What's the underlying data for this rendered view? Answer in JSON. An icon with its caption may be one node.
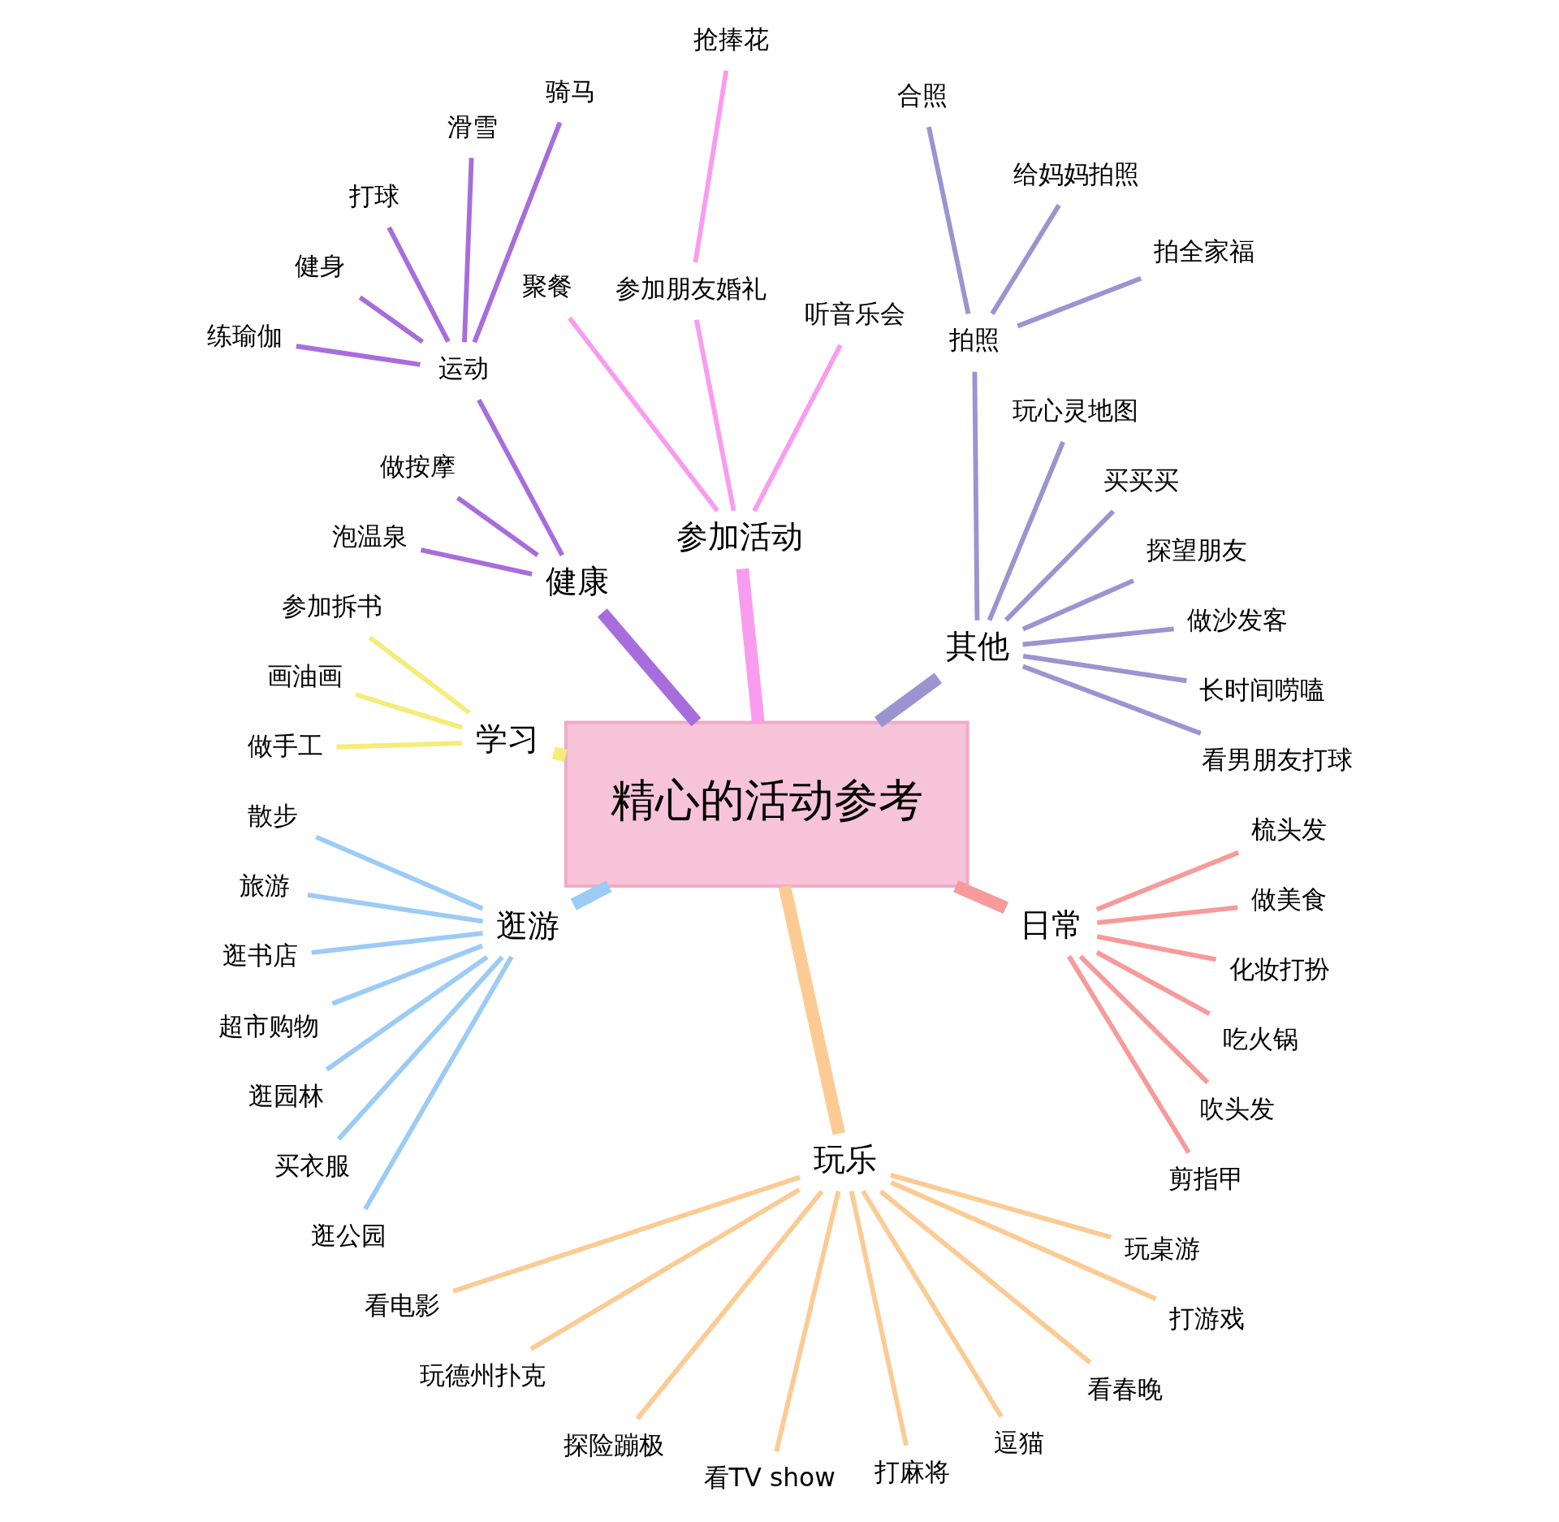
{
  "diagram": {
    "nodes": [
      {
        "text": [
          "精心的活动参考"
        ]
      },
      {
        "text": [
          "其他"
        ]
      },
      {
        "text": [
          "看男朋友打球"
        ]
      },
      {
        "text": [
          "长时间唠嗑"
        ]
      },
      {
        "text": [
          "做沙发客"
        ]
      },
      {
        "text": [
          "探望朋友"
        ]
      },
      {
        "text": [
          "买买买"
        ]
      },
      {
        "text": [
          "玩心灵地图"
        ]
      },
      {
        "text": [
          "拍照"
        ]
      },
      {
        "text": [
          "拍全家福"
        ]
      },
      {
        "text": [
          "给妈妈拍照"
        ]
      },
      {
        "text": [
          "合照"
        ]
      },
      {
        "text": [
          "参加活动"
        ]
      },
      {
        "text": [
          "听音乐会"
        ]
      },
      {
        "text": [
          "参加朋友婚礼"
        ]
      },
      {
        "text": [
          "抢捧花"
        ]
      },
      {
        "text": [
          "聚餐"
        ]
      },
      {
        "text": [
          "健康"
        ]
      },
      {
        "text": [
          "运动"
        ]
      },
      {
        "text": [
          "骑马"
        ]
      },
      {
        "text": [
          "滑雪"
        ]
      },
      {
        "text": [
          "打球"
        ]
      },
      {
        "text": [
          "健身"
        ]
      },
      {
        "text": [
          "练瑜伽"
        ]
      },
      {
        "text": [
          "做按摩"
        ]
      },
      {
        "text": [
          "泡温泉"
        ]
      },
      {
        "text": [
          "学习"
        ]
      },
      {
        "text": [
          "参加拆书"
        ]
      },
      {
        "text": [
          "画油画"
        ]
      },
      {
        "text": [
          "做手工"
        ]
      },
      {
        "text": [
          "逛游"
        ]
      },
      {
        "text": [
          "散步"
        ]
      },
      {
        "text": [
          "旅游"
        ]
      },
      {
        "text": [
          "逛书店"
        ]
      },
      {
        "text": [
          "超市购物"
        ]
      },
      {
        "text": [
          "逛园林"
        ]
      },
      {
        "text": [
          "买衣服"
        ]
      },
      {
        "text": [
          "逛公园"
        ]
      },
      {
        "text": [
          "玩乐"
        ]
      },
      {
        "text": [
          "看电影"
        ]
      },
      {
        "text": [
          "玩德州扑克"
        ]
      },
      {
        "text": [
          "探险蹦极"
        ]
      },
      {
        "text": [
          "看TV show"
        ]
      },
      {
        "text": [
          "打麻将"
        ]
      },
      {
        "text": [
          "逗猫"
        ]
      },
      {
        "text": [
          "看春晚"
        ]
      },
      {
        "text": [
          "打游戏"
        ]
      },
      {
        "text": [
          "玩桌游"
        ]
      },
      {
        "text": [
          "日常"
        ]
      },
      {
        "text": [
          "剪指甲"
        ]
      },
      {
        "text": [
          "吹头发"
        ]
      },
      {
        "text": [
          "吃火锅"
        ]
      },
      {
        "text": [
          "化妆打扮"
        ]
      },
      {
        "text": [
          "做美食"
        ]
      },
      {
        "text": [
          "梳头发"
        ]
      }
    ],
    "edges": [
      {
        "from": 0,
        "to": 1,
        "arrow": "none",
        "style": "thick",
        "color": "#9a94d0"
      },
      {
        "from": 1,
        "to": 2,
        "arrow": "none",
        "color": "#9a94d0"
      },
      {
        "from": 1,
        "to": 3,
        "arrow": "none",
        "color": "#9a94d0"
      },
      {
        "from": 1,
        "to": 4,
        "arrow": "none",
        "color": "#9a94d0"
      },
      {
        "from": 1,
        "to": 5,
        "arrow": "none",
        "color": "#9a94d0"
      },
      {
        "from": 1,
        "to": 6,
        "arrow": "none",
        "color": "#9a94d0"
      },
      {
        "from": 1,
        "to": 7,
        "arrow": "none",
        "color": "#9a94d0"
      },
      {
        "from": 1,
        "to": 8,
        "arrow": "none",
        "color": "#9a94d0"
      },
      {
        "from": 8,
        "to": 9,
        "arrow": "none",
        "color": "#9a94d0"
      },
      {
        "from": 8,
        "to": 10,
        "arrow": "none",
        "color": "#9a94d0"
      },
      {
        "from": 8,
        "to": 11,
        "arrow": "none",
        "color": "#9a94d0"
      },
      {
        "from": 0,
        "to": 12,
        "arrow": "none",
        "style": "thick",
        "color": "#f99cf0"
      },
      {
        "from": 12,
        "to": 13,
        "arrow": "none",
        "color": "#f99cf0"
      },
      {
        "from": 12,
        "to": 14,
        "arrow": "none",
        "color": "#f99cf0"
      },
      {
        "from": 14,
        "to": 15,
        "arrow": "none",
        "color": "#f99cf0"
      },
      {
        "from": 12,
        "to": 16,
        "arrow": "none",
        "color": "#f99cf0"
      },
      {
        "from": 0,
        "to": 17,
        "arrow": "none",
        "style": "thick",
        "color": "#a86ddc"
      },
      {
        "from": 17,
        "to": 18,
        "arrow": "none",
        "color": "#a86ddc"
      },
      {
        "from": 18,
        "to": 19,
        "arrow": "none",
        "color": "#a86ddc"
      },
      {
        "from": 18,
        "to": 20,
        "arrow": "none",
        "color": "#a86ddc"
      },
      {
        "from": 18,
        "to": 21,
        "arrow": "none",
        "color": "#a86ddc"
      },
      {
        "from": 18,
        "to": 22,
        "arrow": "none",
        "color": "#a86ddc"
      },
      {
        "from": 18,
        "to": 23,
        "arrow": "none",
        "color": "#a86ddc"
      },
      {
        "from": 17,
        "to": 24,
        "arrow": "none",
        "color": "#a86ddc"
      },
      {
        "from": 17,
        "to": 25,
        "arrow": "none",
        "color": "#a86ddc"
      },
      {
        "from": 0,
        "to": 26,
        "arrow": "none",
        "style": "thick",
        "color": "#f5ec7a"
      },
      {
        "from": 26,
        "to": 27,
        "arrow": "none",
        "color": "#f5ec7a"
      },
      {
        "from": 26,
        "to": 28,
        "arrow": "none",
        "color": "#f5ec7a"
      },
      {
        "from": 26,
        "to": 29,
        "arrow": "none",
        "color": "#f5ec7a"
      },
      {
        "from": 0,
        "to": 30,
        "arrow": "none",
        "style": "thick",
        "color": "#9ccbf5"
      },
      {
        "from": 30,
        "to": 31,
        "arrow": "none",
        "color": "#9ccbf5"
      },
      {
        "from": 30,
        "to": 32,
        "arrow": "none",
        "color": "#9ccbf5"
      },
      {
        "from": 30,
        "to": 33,
        "arrow": "none",
        "color": "#9ccbf5"
      },
      {
        "from": 30,
        "to": 34,
        "arrow": "none",
        "color": "#9ccbf5"
      },
      {
        "from": 30,
        "to": 35,
        "arrow": "none",
        "color": "#9ccbf5"
      },
      {
        "from": 30,
        "to": 36,
        "arrow": "none",
        "color": "#9ccbf5"
      },
      {
        "from": 30,
        "to": 37,
        "arrow": "none",
        "color": "#9ccbf5"
      },
      {
        "from": 0,
        "to": 38,
        "arrow": "none",
        "style": "thick",
        "color": "#fccb94"
      },
      {
        "from": 38,
        "to": 39,
        "arrow": "none",
        "color": "#fccb94"
      },
      {
        "from": 38,
        "to": 40,
        "arrow": "none",
        "color": "#fccb94"
      },
      {
        "from": 38,
        "to": 41,
        "arrow": "none",
        "color": "#fccb94"
      },
      {
        "from": 38,
        "to": 42,
        "arrow": "none",
        "color": "#fccb94"
      },
      {
        "from": 38,
        "to": 43,
        "arrow": "none",
        "color": "#fccb94"
      },
      {
        "from": 38,
        "to": 44,
        "arrow": "none",
        "color": "#fccb94"
      },
      {
        "from": 38,
        "to": 45,
        "arrow": "none",
        "color": "#fccb94"
      },
      {
        "from": 38,
        "to": 46,
        "arrow": "none",
        "color": "#fccb94"
      },
      {
        "from": 38,
        "to": 47,
        "arrow": "none",
        "color": "#fccb94"
      },
      {
        "from": 0,
        "to": 48,
        "arrow": "none",
        "style": "thick",
        "color": "#f79a9a"
      },
      {
        "from": 48,
        "to": 49,
        "arrow": "none",
        "color": "#f79a9a"
      },
      {
        "from": 48,
        "to": 50,
        "arrow": "none",
        "color": "#f79a9a"
      },
      {
        "from": 48,
        "to": 51,
        "arrow": "none",
        "color": "#f79a9a"
      },
      {
        "from": 48,
        "to": 52,
        "arrow": "none",
        "color": "#f79a9a"
      },
      {
        "from": 48,
        "to": 53,
        "arrow": "none",
        "color": "#f79a9a"
      },
      {
        "from": 48,
        "to": 54,
        "arrow": "none",
        "color": "#f79a9a"
      }
    ]
  }
}
